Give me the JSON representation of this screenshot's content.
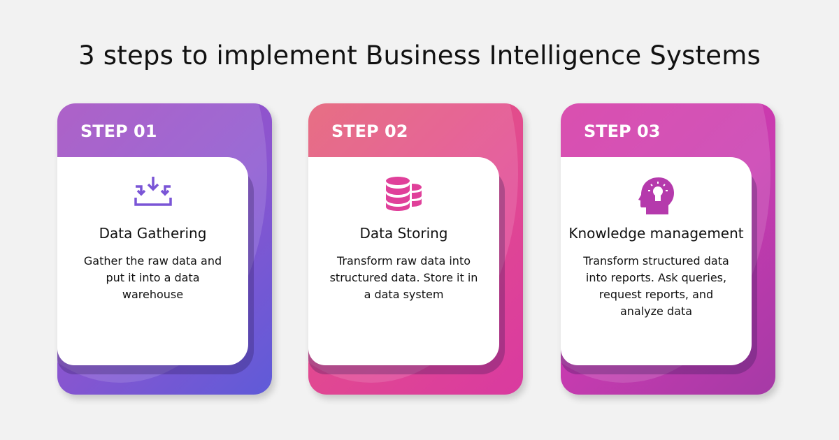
{
  "title": "3 steps to implement Business Intelligence Systems",
  "steps": [
    {
      "step": "STEP 01",
      "icon": "inbox-download-icon",
      "heading": "Data Gathering",
      "text": "Gather the raw data and put it into a data warehouse",
      "color": "#7a55d6"
    },
    {
      "step": "STEP 02",
      "icon": "database-icon",
      "heading": "Data Storing",
      "text": "Transform raw data into structured data. Store it in a data system",
      "color": "#e0409a"
    },
    {
      "step": "STEP 03",
      "icon": "head-lightbulb-icon",
      "heading": "Knowledge management",
      "text": "Transform structured data into reports. Ask queries, request reports, and analyze data",
      "color": "#b53aac"
    }
  ]
}
